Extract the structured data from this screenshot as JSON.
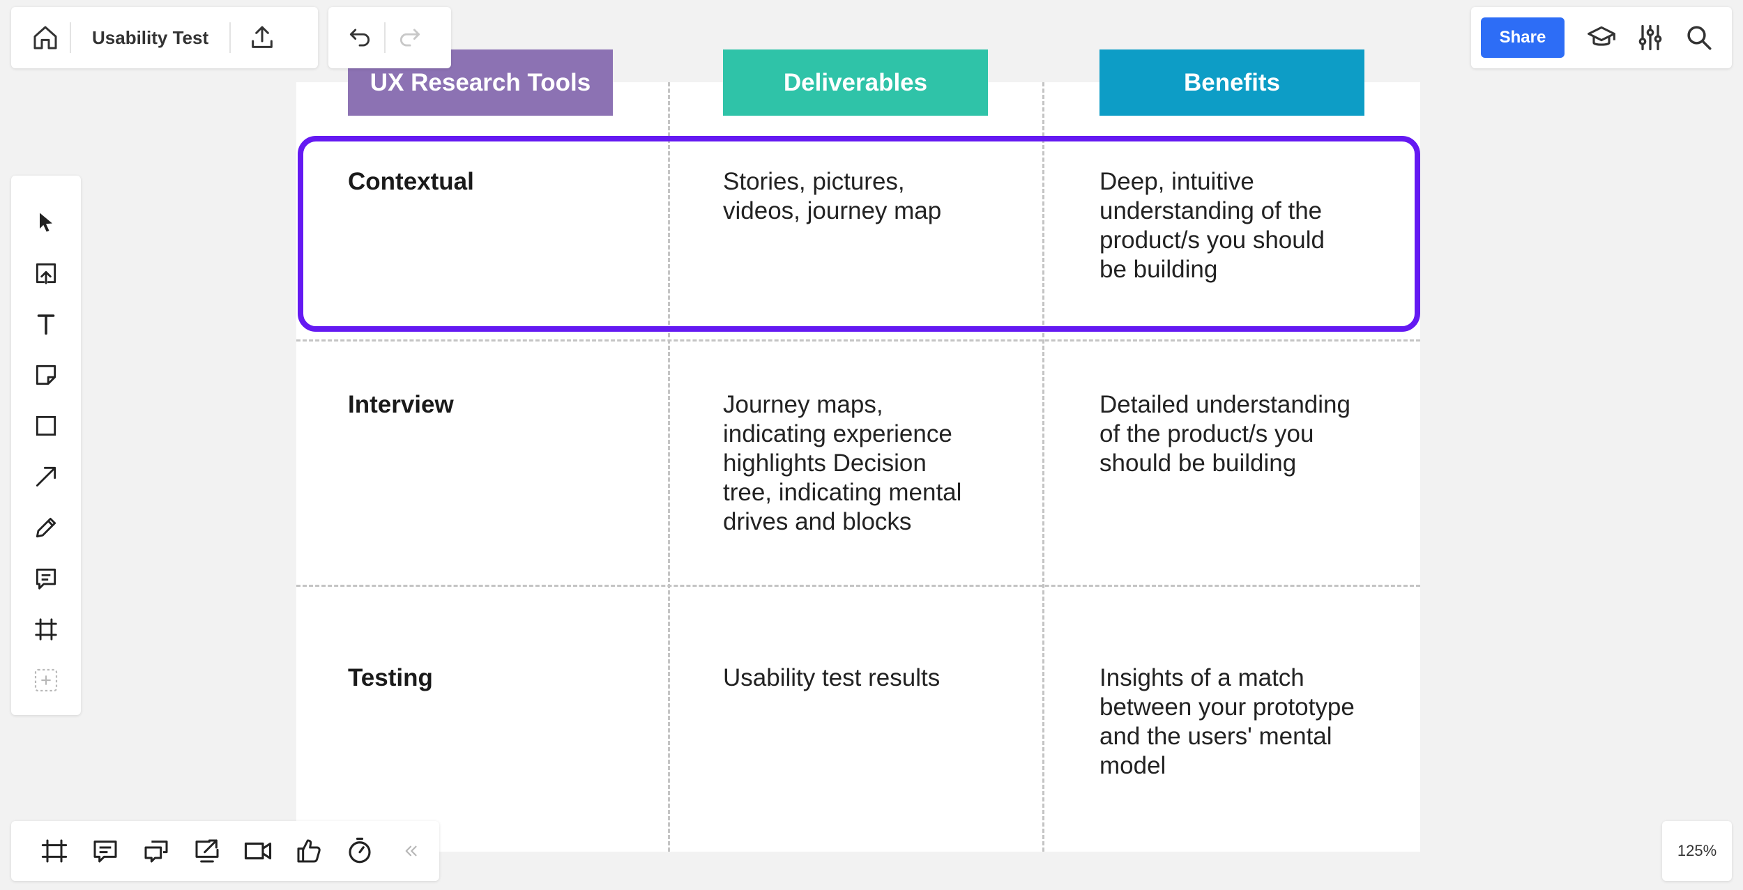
{
  "header": {
    "board_title": "Usability Test",
    "share_label": "Share",
    "zoom_level": "125%"
  },
  "table": {
    "columns": [
      {
        "label": "UX Research Tools",
        "color": "#8c72b3"
      },
      {
        "label": "Deliverables",
        "color": "#2fc3a8"
      },
      {
        "label": "Benefits",
        "color": "#0d9dc6"
      }
    ],
    "rows": [
      {
        "tool": "Contextual",
        "deliverables": "Stories, pictures,\nvideos, journey map",
        "benefits": "Deep, intuitive\nunderstanding of the\nproduct/s you should\nbe building"
      },
      {
        "tool": "Interview",
        "deliverables": "Journey maps,\nindicating experience\nhighlights Decision\ntree, indicating mental\ndrives and blocks",
        "benefits": "Detailed understanding\nof the product/s you\nshould be building"
      },
      {
        "tool": "Testing",
        "deliverables": "Usability test results",
        "benefits": "Insights of a match\nbetween your prototype\nand the users' mental\nmodel"
      }
    ]
  },
  "colors": {
    "selection": "#6419f2",
    "share_button": "#2d6df6"
  },
  "icons": {
    "top_left": [
      "home-icon",
      "upload-icon"
    ],
    "history": [
      "undo-icon",
      "redo-icon"
    ],
    "top_right": [
      "graduation-cap-icon",
      "sliders-icon",
      "search-icon"
    ],
    "left_toolbar": [
      "select-cursor-icon",
      "upload-frame-icon",
      "text-icon",
      "sticky-note-icon",
      "rectangle-icon",
      "arrow-line-icon",
      "pen-icon",
      "comment-icon",
      "frame-icon",
      "add-more-icon"
    ],
    "bottom_toolbar": [
      "frames-icon",
      "comments-icon",
      "cards-icon",
      "share-screen-icon",
      "video-call-icon",
      "vote-icon",
      "timer-icon",
      "collapse-icon"
    ]
  }
}
